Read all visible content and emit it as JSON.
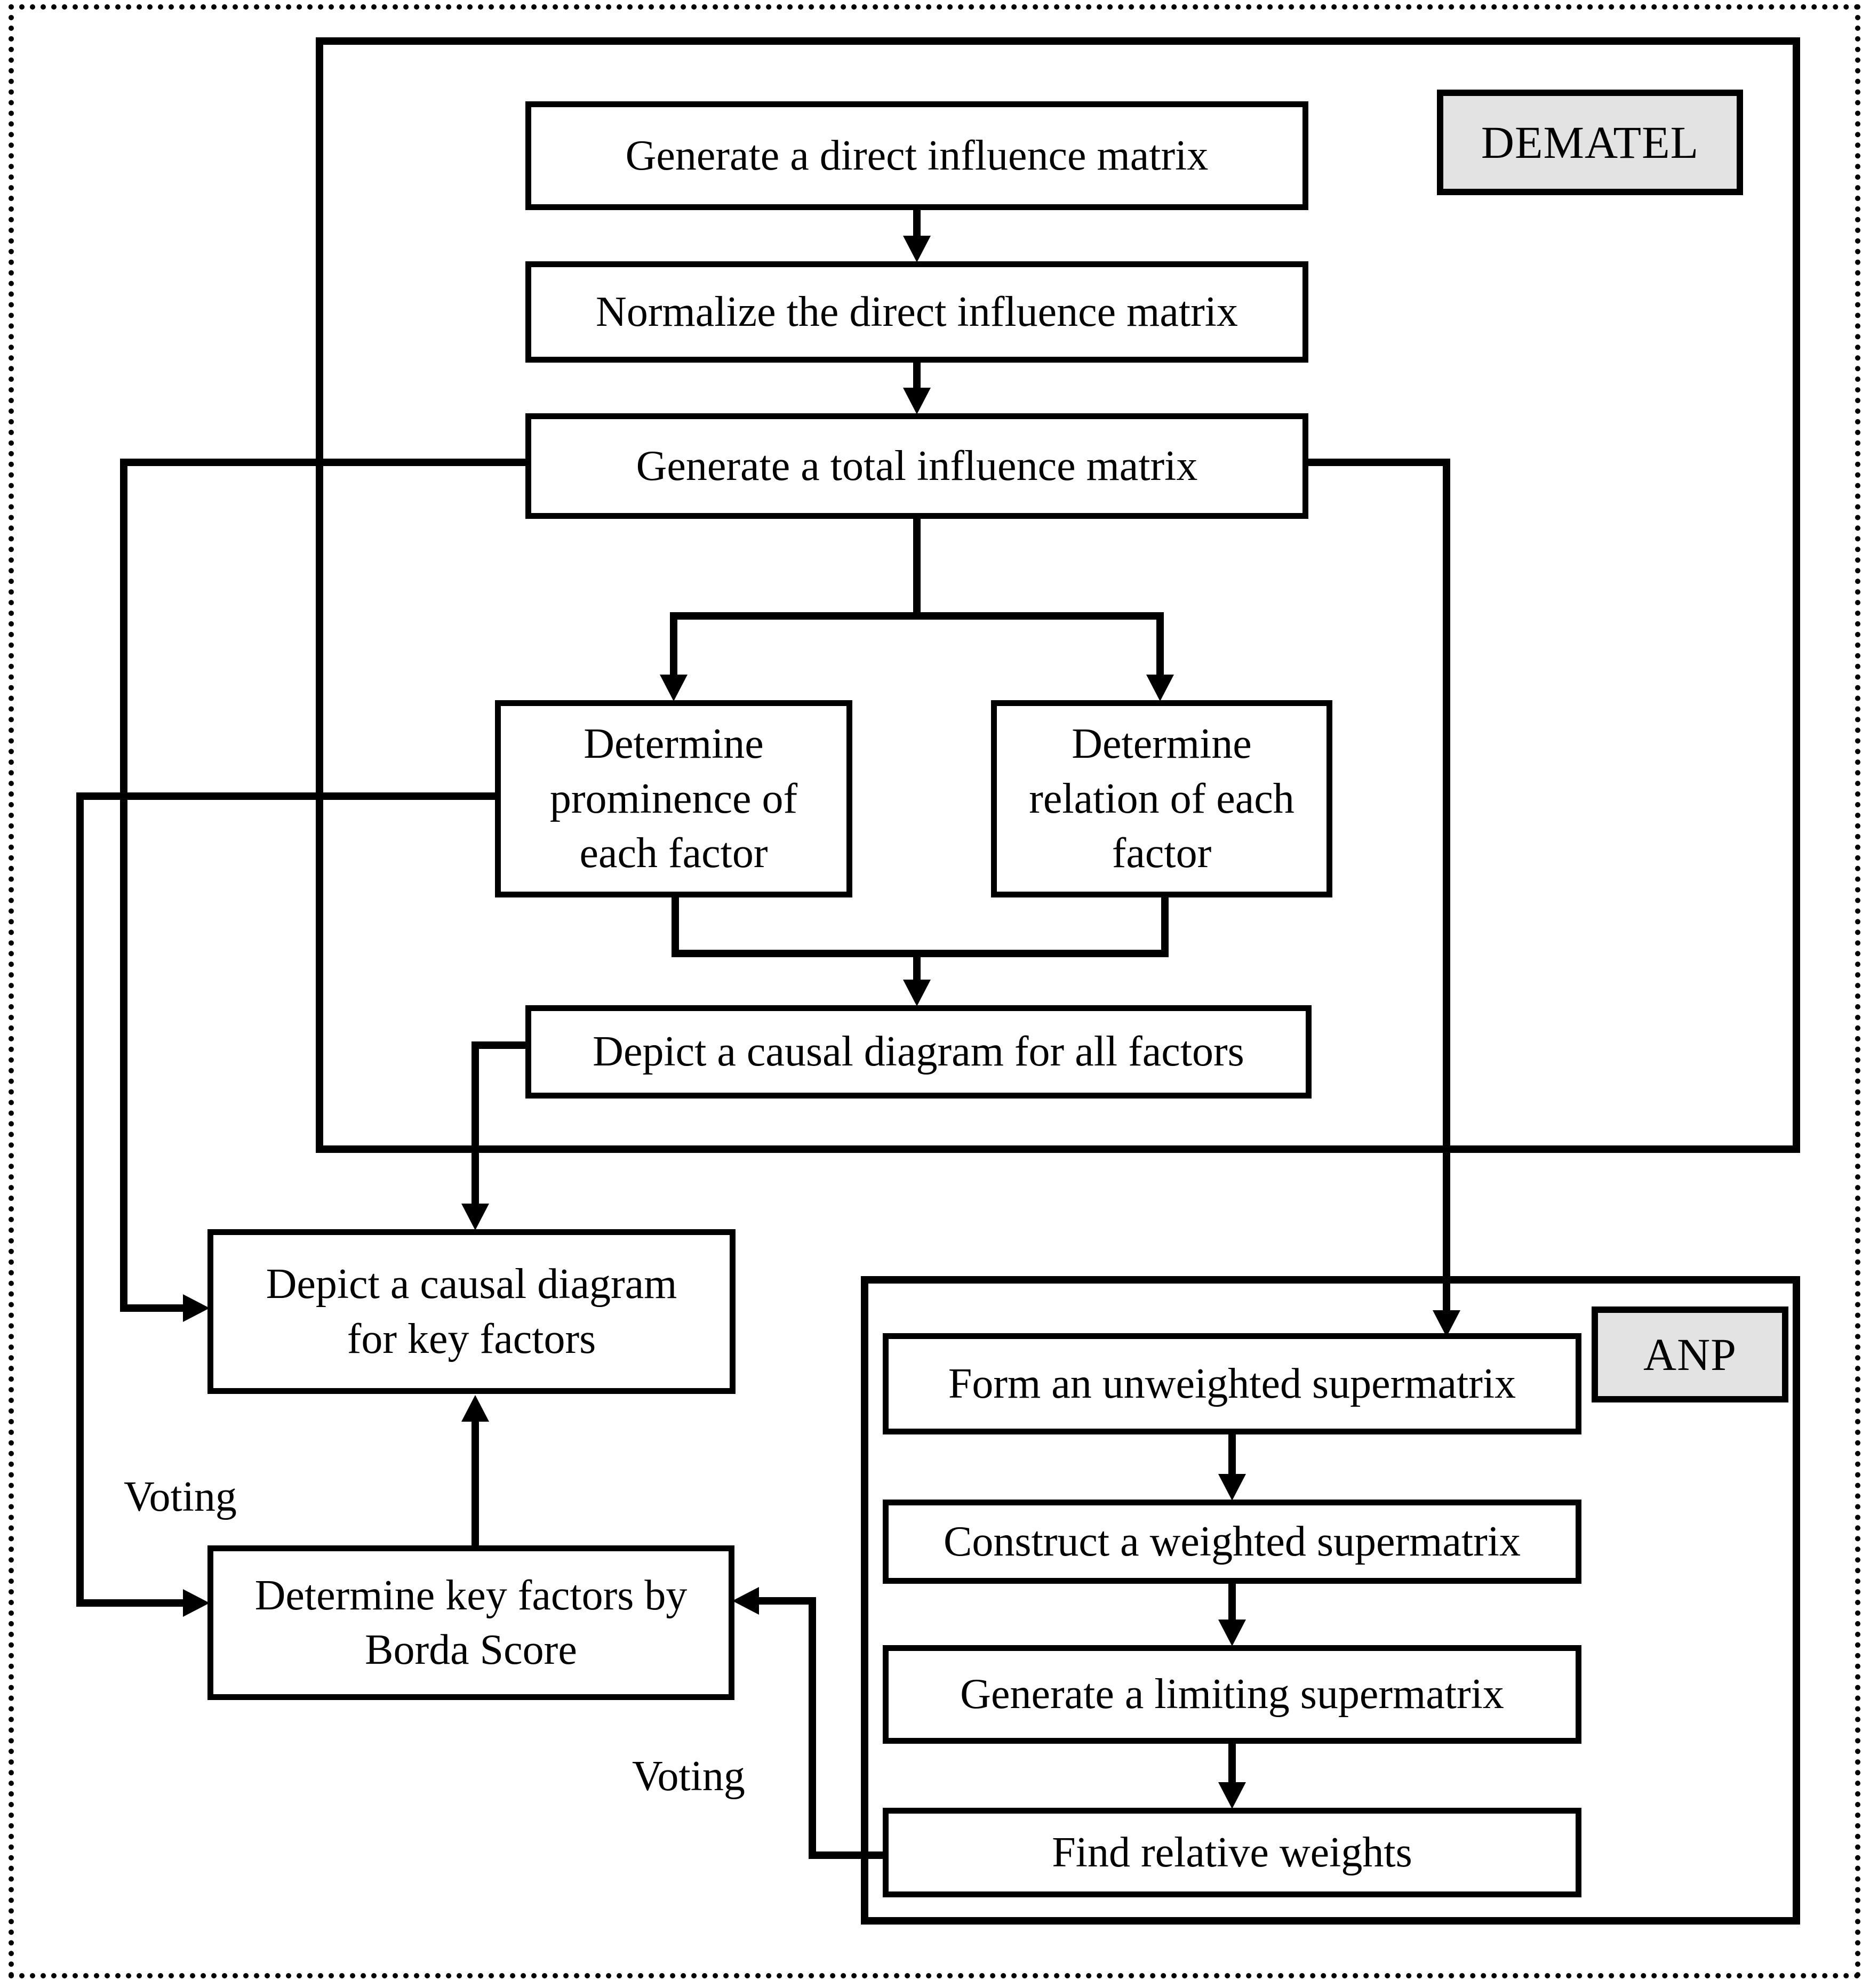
{
  "colors": {
    "background": "#ffffff",
    "line": "#000000",
    "text": "#000000",
    "group_label_bg": "#e3e3e3"
  },
  "groups": {
    "dematel": "DEMATEL",
    "anp": "ANP"
  },
  "nodes": {
    "direct": "Generate a direct influence matrix",
    "normalize": "Normalize the direct influence matrix",
    "total": "Generate a total influence matrix",
    "prominence": "Determine prominence of each factor",
    "relation": "Determine relation of each factor",
    "all_factors": "Depict a causal diagram for all factors",
    "key_factors": "Depict a causal diagram for key factors",
    "borda": "Determine key factors by Borda Score",
    "unweighted": "Form an unweighted supermatrix",
    "weighted": "Construct a weighted supermatrix",
    "limiting": "Generate a limiting supermatrix",
    "weights": "Find relative weights"
  },
  "edge_labels": {
    "voting_left": "Voting",
    "voting_right": "Voting"
  }
}
